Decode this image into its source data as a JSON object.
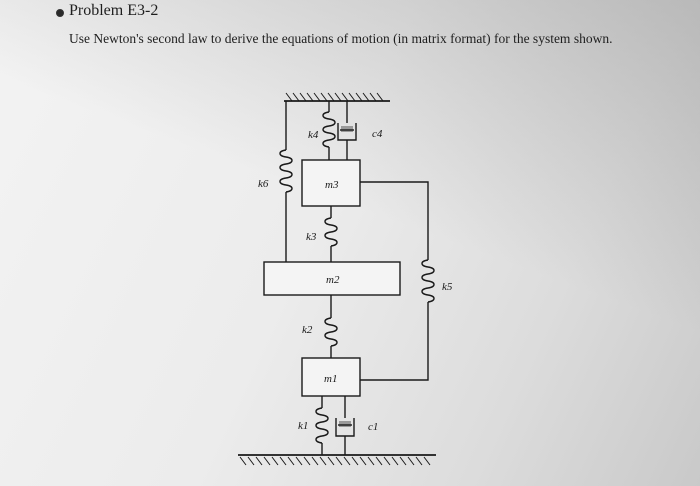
{
  "problem": {
    "title": "Problem E3-2",
    "statement": "Use Newton's second law to derive the equations of motion (in matrix format) for the system shown."
  },
  "figure": {
    "masses": [
      "m3",
      "m2",
      "m1"
    ],
    "springs": [
      "k4",
      "k6",
      "k3",
      "k5",
      "k2",
      "k1"
    ],
    "dampers": [
      "c4",
      "c1"
    ],
    "labels": {
      "k4": "k4",
      "c4": "c4",
      "k6": "k6",
      "m3": "m3",
      "k3": "k3",
      "m2": "m2",
      "k5": "k5",
      "k2": "k2",
      "m1": "m1",
      "k1": "k1",
      "c1": "c1"
    }
  }
}
